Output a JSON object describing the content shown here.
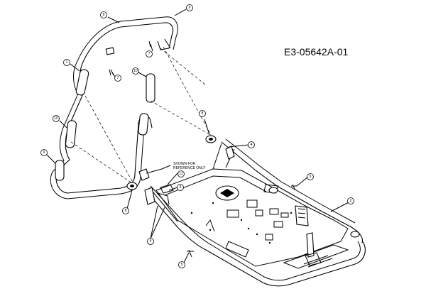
{
  "drawing_number": "E3-05642A-01",
  "reference_note": [
    "SHOWN FOR",
    "REFERENCE ONLY"
  ],
  "callouts": {
    "c6a": "6",
    "c6b": "6",
    "c7a": "7",
    "c7b": "7",
    "c1": "1",
    "c10a": "10",
    "c10b": "10",
    "c9": "9",
    "c8a": "8",
    "c8b": "8",
    "c4a": "4",
    "c4b": "4",
    "c11": "11",
    "c3": "3",
    "c5a": "5",
    "c5b": "5",
    "c2": "2"
  }
}
